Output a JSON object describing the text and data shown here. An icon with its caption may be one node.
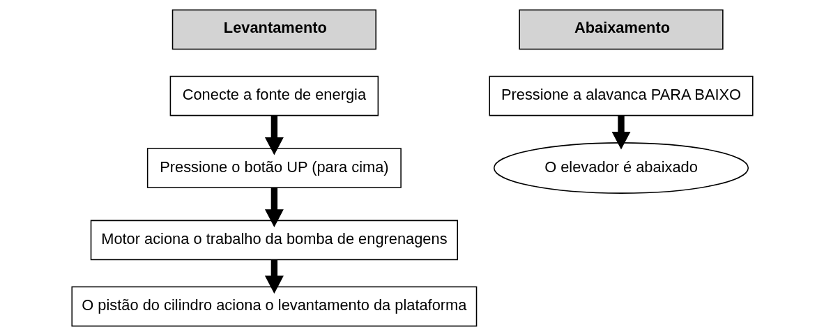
{
  "diagram": {
    "nodes": [
      {
        "text": [
          "Levantamento"
        ]
      },
      {
        "text": [
          "Conecte a fonte de energia"
        ]
      },
      {
        "text": [
          "Pressione o botão UP (para cima)"
        ]
      },
      {
        "text": [
          "Motor aciona o trabalho da bomba de engrenagens"
        ]
      },
      {
        "text": [
          "O pistão do cilindro aciona o levantamento da plataforma"
        ]
      },
      {
        "text": [
          "Abaixamento"
        ]
      },
      {
        "text": [
          "Pressione a alavanca PARA BAIXO"
        ]
      },
      {
        "text": [
          "O elevador é abaixado"
        ]
      }
    ],
    "edges": [
      {
        "from": 1,
        "to": 2,
        "arrow": "to"
      },
      {
        "from": 2,
        "to": 3,
        "arrow": "to"
      },
      {
        "from": 3,
        "to": 4,
        "arrow": "to"
      },
      {
        "from": 6,
        "to": 7,
        "arrow": "to"
      }
    ]
  }
}
